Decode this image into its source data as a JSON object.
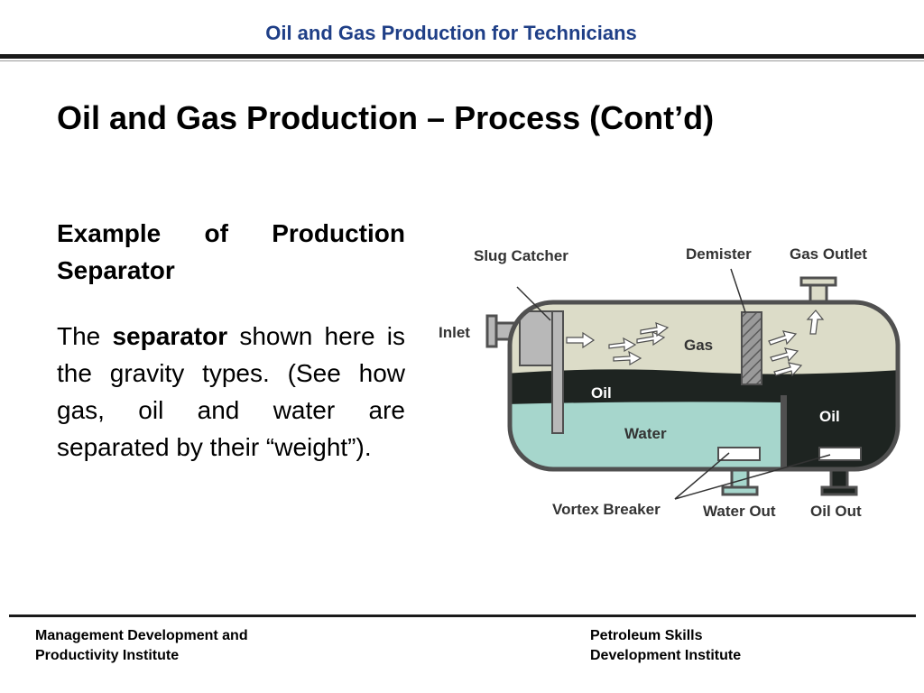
{
  "header": {
    "title": "Oil and Gas Production for Technicians"
  },
  "slide": {
    "title": "Oil and Gas Production – Process (Cont’d)"
  },
  "body": {
    "subheading": "Example of Production Separator",
    "para_pre": "The ",
    "para_bold": "separator",
    "para_post": " shown here is the gravity types. (See how gas, oil and water are separated by their “weight”)."
  },
  "diagram": {
    "labels": {
      "slug_catcher": "Slug Catcher",
      "demister": "Demister",
      "gas_outlet": "Gas Outlet",
      "inlet": "Inlet",
      "gas": "Gas",
      "oil_left": "Oil",
      "oil_right": "Oil",
      "water": "Water",
      "vortex_breaker": "Vortex Breaker",
      "water_out": "Water Out",
      "oil_out": "Oil Out"
    },
    "colors": {
      "gas": "#dcdcc8",
      "oil": "#1e2421",
      "water": "#a6d6cc",
      "vessel_outline": "#505050",
      "demister": "#8a8a8a"
    }
  },
  "footer": {
    "left_line1": "Management Development and",
    "left_line2": "Productivity Institute",
    "right_line1": "Petroleum Skills",
    "right_line2": "Development Institute"
  }
}
